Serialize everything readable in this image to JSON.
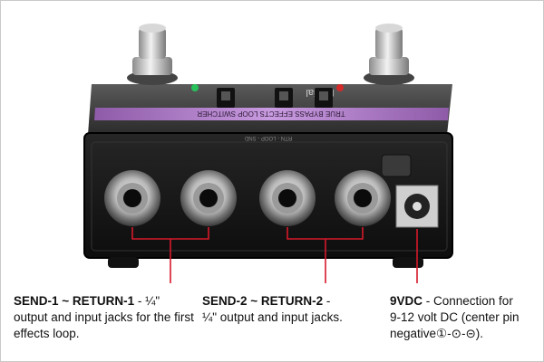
{
  "image": {
    "subject": "guitar effects pedal rear panel with jacks",
    "device_top_text": "TRUE BYPASS EFFECTS LOOP SWITCHER",
    "brand_text": "Radial",
    "colors": {
      "background": "#ffffff",
      "chassis": "#1a1a1a",
      "callout_line": "#d6192a",
      "purple_label": "#b07ac8"
    }
  },
  "captions": [
    {
      "title": "SEND-1 ~ RETURN-1",
      "sep": " - ¼\"",
      "body": "output and input jacks for the first effects loop."
    },
    {
      "title": "SEND-2 ~ RETURN-2",
      "sep": " -",
      "body": "¼\" output and input jacks."
    },
    {
      "title": "9VDC",
      "sep": " - Connection for",
      "body": "9-12 volt DC (center pin negative①-⊙-⊝)."
    }
  ]
}
